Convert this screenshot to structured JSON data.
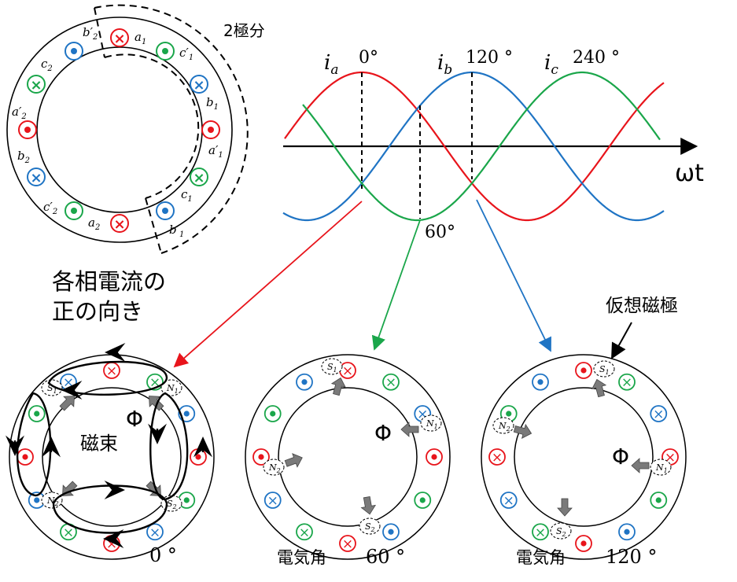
{
  "labels": {
    "two_poles": "2極分",
    "ia": "i",
    "ia_sub": "a",
    "ib": "i",
    "ib_sub": "b",
    "ic": "i",
    "ic_sub": "c",
    "deg0": "0°",
    "deg120": "120 °",
    "deg240": "240 °",
    "deg60": "60°",
    "omega_t": "ωt",
    "positive_dir_line1": "各相電流の",
    "positive_dir_line2": "正の向き",
    "virtual_pole": "仮想磁極",
    "flux": "磁束",
    "phi": "Φ",
    "caption0": "0 °",
    "caption60_prefix": "電気角",
    "caption60": "60 °",
    "caption120_prefix": "電気角",
    "caption120": "120 °"
  },
  "coil_labels": {
    "a1": "a",
    "a1_sub": "1",
    "c1p": "c′",
    "c1p_sub": "1",
    "b1": "b",
    "b1_sub": "1",
    "a1p": "a′",
    "a1p_sub": "1",
    "c1": "c",
    "c1_sub": "1",
    "b1p": "b′",
    "b1p_sub": "1",
    "a2": "a",
    "a2_sub": "2",
    "c2p": "c′",
    "c2p_sub": "2",
    "b2": "b",
    "b2_sub": "2",
    "a2p": "a′",
    "a2p_sub": "2",
    "c2": "c",
    "c2_sub": "2",
    "b2p": "b′",
    "b2p_sub": "2"
  },
  "pole_labels": {
    "S1": "S",
    "S1_sub": "1",
    "N1": "N",
    "N1_sub": "1",
    "S2": "S",
    "S2_sub": "2",
    "N2": "N",
    "N2_sub": "2"
  },
  "colors": {
    "phase_a": "#e8141b",
    "phase_b": "#1f74c4",
    "phase_c": "#1aa64a",
    "arrow_grey": "#7a7a7a"
  }
}
